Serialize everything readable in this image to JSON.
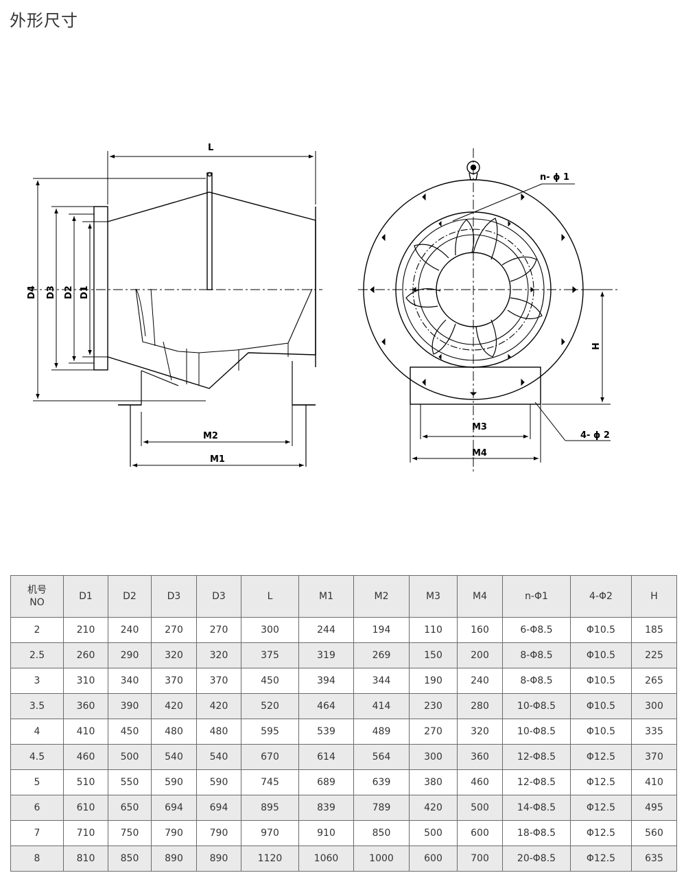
{
  "page_title": "外形尺寸",
  "drawing": {
    "labels": {
      "L": "L",
      "D1": "D1",
      "D2": "D2",
      "D3": "D3",
      "D4": "D4",
      "M1": "M1",
      "M2": "M2",
      "M3": "M3",
      "M4": "M4",
      "H": "H",
      "n_phi1": "n- ϕ 1",
      "four_phi2": "4- ϕ 2"
    }
  },
  "table": {
    "headers": [
      "机号",
      "NO",
      "D1",
      "D2",
      "D3",
      "D3",
      "L",
      "M1",
      "M2",
      "M3",
      "M4",
      "n-Φ1",
      "4-Φ2",
      "H"
    ],
    "rows": [
      [
        "2",
        "210",
        "240",
        "270",
        "270",
        "300",
        "244",
        "194",
        "110",
        "160",
        "6-Φ8.5",
        "Φ10.5",
        "185"
      ],
      [
        "2.5",
        "260",
        "290",
        "320",
        "320",
        "375",
        "319",
        "269",
        "150",
        "200",
        "8-Φ8.5",
        "Φ10.5",
        "225"
      ],
      [
        "3",
        "310",
        "340",
        "370",
        "370",
        "450",
        "394",
        "344",
        "190",
        "240",
        "8-Φ8.5",
        "Φ10.5",
        "265"
      ],
      [
        "3.5",
        "360",
        "390",
        "420",
        "420",
        "520",
        "464",
        "414",
        "230",
        "280",
        "10-Φ8.5",
        "Φ10.5",
        "300"
      ],
      [
        "4",
        "410",
        "450",
        "480",
        "480",
        "595",
        "539",
        "489",
        "270",
        "320",
        "10-Φ8.5",
        "Φ10.5",
        "335"
      ],
      [
        "4.5",
        "460",
        "500",
        "540",
        "540",
        "670",
        "614",
        "564",
        "300",
        "360",
        "12-Φ8.5",
        "Φ12.5",
        "370"
      ],
      [
        "5",
        "510",
        "550",
        "590",
        "590",
        "745",
        "689",
        "639",
        "380",
        "460",
        "12-Φ8.5",
        "Φ12.5",
        "410"
      ],
      [
        "6",
        "610",
        "650",
        "694",
        "694",
        "895",
        "839",
        "789",
        "420",
        "500",
        "14-Φ8.5",
        "Φ12.5",
        "495"
      ],
      [
        "7",
        "710",
        "750",
        "790",
        "790",
        "970",
        "910",
        "850",
        "500",
        "600",
        "18-Φ8.5",
        "Φ12.5",
        "560"
      ],
      [
        "8",
        "810",
        "850",
        "890",
        "890",
        "1120",
        "1060",
        "1000",
        "600",
        "700",
        "20-Φ8.5",
        "Φ12.5",
        "635"
      ]
    ]
  }
}
